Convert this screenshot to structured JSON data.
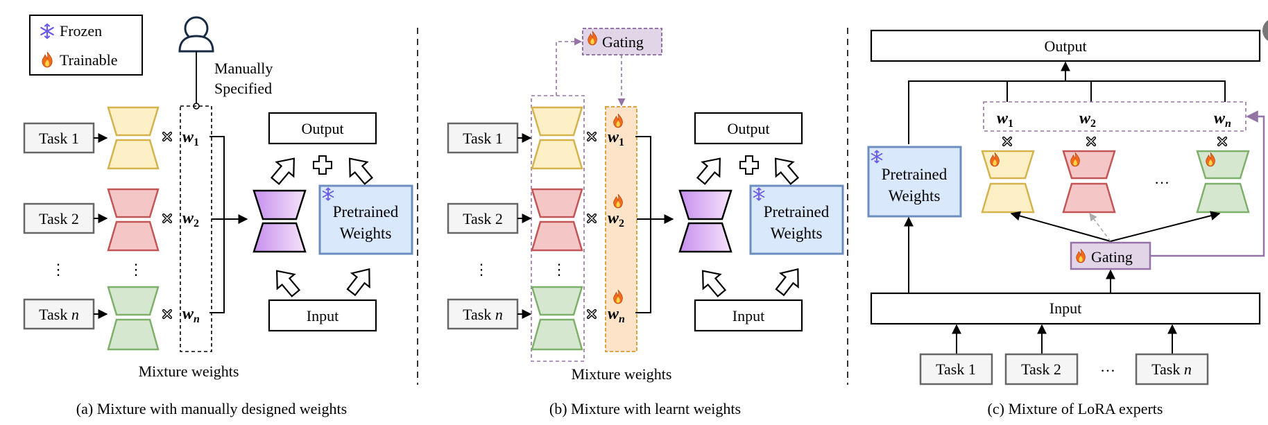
{
  "legend": {
    "frozen": "Frozen",
    "trainable": "Trainable"
  },
  "icons": {
    "frozen": "snowflake-icon",
    "trainable": "flame-icon",
    "user": "person-icon",
    "combine": "plus-icon",
    "multiply": "times-icon"
  },
  "colors": {
    "yellow_fill": "#fdf0c6",
    "yellow_stroke": "#d4b24e",
    "red_fill": "#f4c6c6",
    "red_stroke": "#c25656",
    "green_fill": "#d5e8cf",
    "green_stroke": "#7fb06b",
    "blue_fill": "#dae8fc",
    "blue_stroke": "#6c8ebf",
    "purple_fill": "#e1d5e7",
    "purple_stroke": "#9673a6",
    "orange_fill": "#fde3c8",
    "orange_stroke": "#e0a142",
    "gray_fill": "#f5f5f5",
    "gray_stroke": "#666666",
    "snow": "#6b5ce7"
  },
  "panel_a": {
    "caption": "(a) Mixture with manually designed weights",
    "manual_label_1": "Manually",
    "manual_label_2": "Specified",
    "tasks": [
      {
        "label": "Task 1",
        "weight": "w",
        "sub": "1"
      },
      {
        "label": "Task 2",
        "weight": "w",
        "sub": "2"
      },
      {
        "label": "Task ",
        "label_n": "n",
        "weight": "w",
        "sub": "n"
      }
    ],
    "ellipsis": "⋮",
    "mixture_label": "Mixture weights",
    "output": "Output",
    "input": "Input",
    "pretrained_1": "Pretrained",
    "pretrained_2": "Weights"
  },
  "panel_b": {
    "caption": "(b) Mixture with learnt weights",
    "gating": "Gating",
    "tasks": [
      {
        "label": "Task 1",
        "weight": "w",
        "sub": "1"
      },
      {
        "label": "Task 2",
        "weight": "w",
        "sub": "2"
      },
      {
        "label": "Task ",
        "label_n": "n",
        "weight": "w",
        "sub": "n"
      }
    ],
    "ellipsis": "⋮",
    "mixture_label": "Mixture weights",
    "output": "Output",
    "input": "Input",
    "pretrained_1": "Pretrained",
    "pretrained_2": "Weights"
  },
  "panel_c": {
    "caption": "(c) Mixture of LoRA experts",
    "output": "Output",
    "input": "Input",
    "gating": "Gating",
    "pretrained_1": "Pretrained",
    "pretrained_2": "Weights",
    "weights": [
      {
        "weight": "w",
        "sub": "1"
      },
      {
        "weight": "w",
        "sub": "2"
      },
      {
        "weight": "w",
        "sub": "n"
      }
    ],
    "expert_ellipsis": "…",
    "tasks": [
      "Task 1",
      "Task 2"
    ],
    "task_ellipsis": "…",
    "task_n_prefix": "Task ",
    "task_n": "n"
  }
}
